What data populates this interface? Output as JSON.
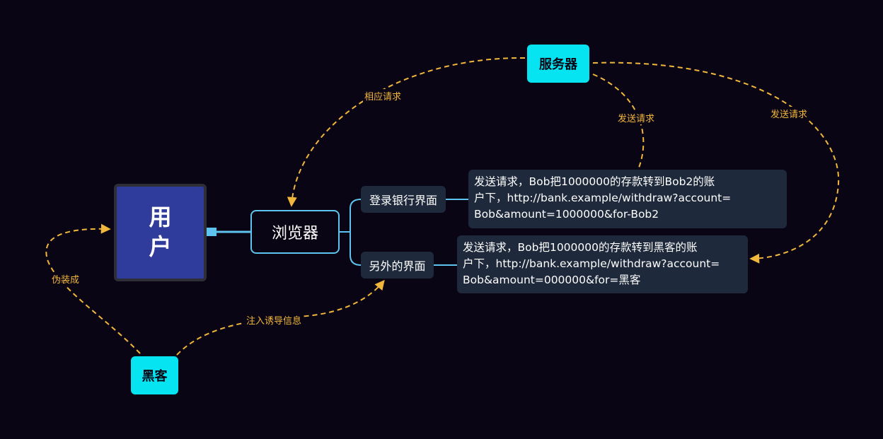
{
  "nodes": {
    "user": "用户",
    "browser": "浏览器",
    "server": "服务器",
    "hacker": "黑客",
    "branch_login": "登录银行界面",
    "branch_other": "另外的界面",
    "note_login": {
      "line1": "发送请求，Bob把1000000的存款转到Bob2的账",
      "line2": "户下，http://bank.example/withdraw?account=",
      "line3": "Bob&amount=1000000&for-Bob2"
    },
    "note_other": {
      "line1": "发送请求，Bob把1000000的存款转到黑客的账",
      "line2": "户下，http://bank.example/withdraw?account=",
      "line3": "Bob&amount=000000&for=黑客"
    }
  },
  "edges": {
    "respond": "相应请求",
    "send_1": "发送请求",
    "send_2": "发送请求",
    "disguise": "伪装成",
    "inject": "注入诱导信息"
  },
  "colors": {
    "background": "#0a0514",
    "user_fill": "#2f3c9b",
    "accent_cyan": "#06e4f2",
    "branch_fill": "#1e293b",
    "link_blue": "#5fc3f0",
    "dashed_orange": "#f1b63c"
  }
}
